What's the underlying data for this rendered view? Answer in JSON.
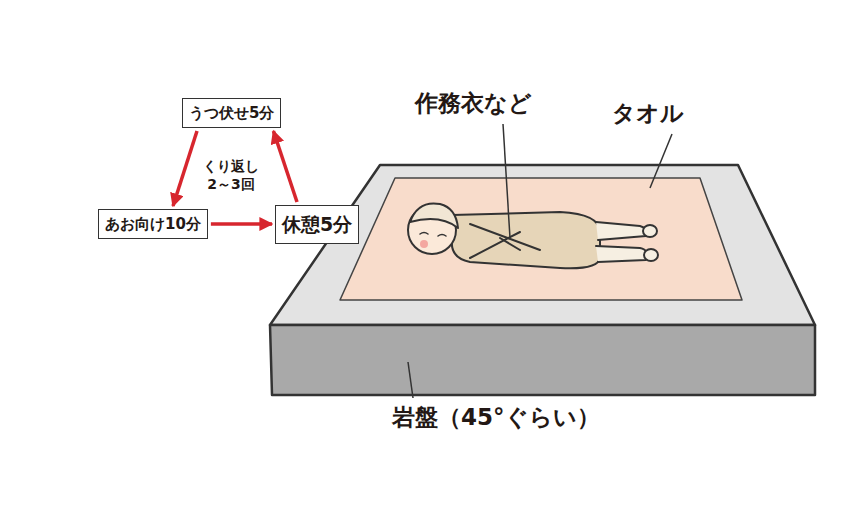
{
  "diagram": {
    "nodes": [
      {
        "text": [
          "うつ伏せ5分"
        ]
      },
      {
        "text": [
          "あお向け10分"
        ]
      },
      {
        "text": [
          "休憩5分"
        ]
      }
    ],
    "edges": [
      {
        "from": 1,
        "to": 2,
        "arrow": "to"
      },
      {
        "from": 2,
        "to": 0,
        "arrow": "to"
      },
      {
        "from": 0,
        "to": 1,
        "arrow": "to"
      }
    ],
    "labels": [
      "くり返し 2～3回",
      "作務衣など",
      "タオル",
      "岩盤（45°ぐらい）"
    ]
  }
}
